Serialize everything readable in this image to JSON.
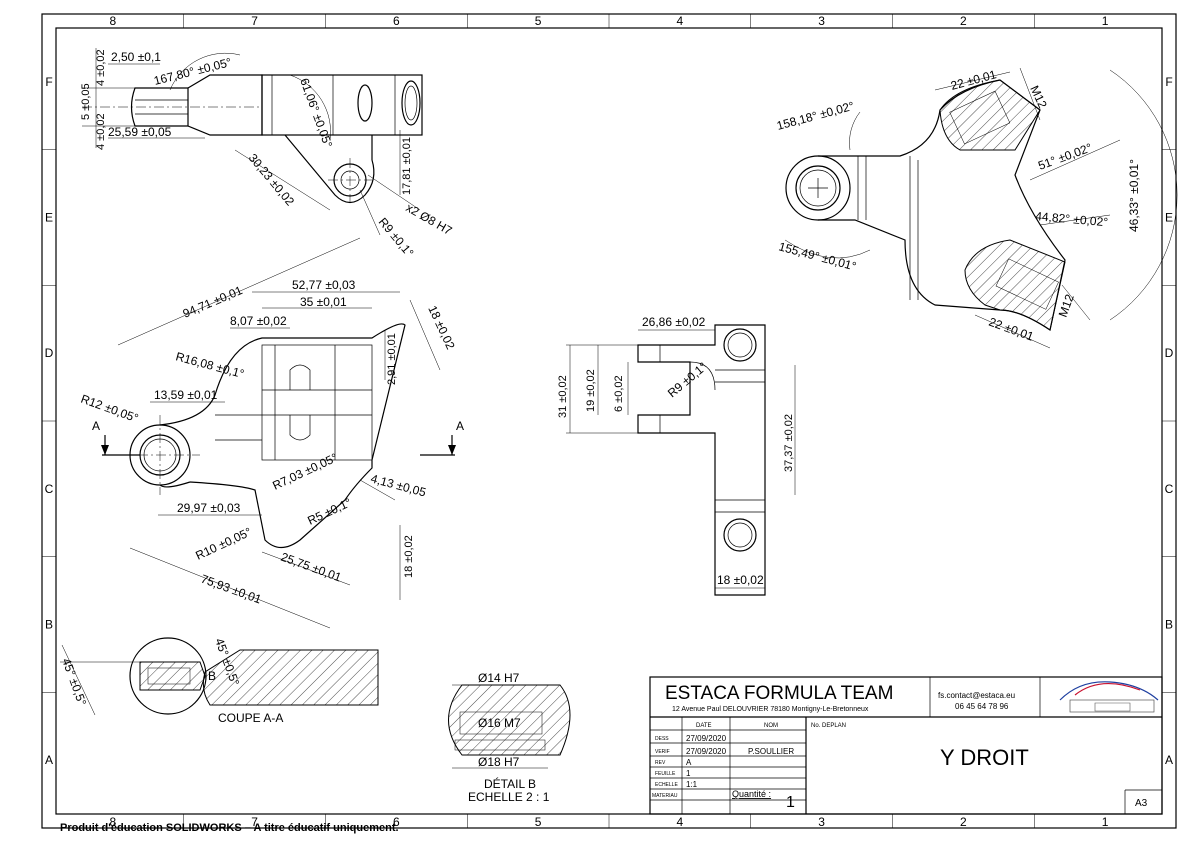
{
  "border": {
    "cols": [
      "8",
      "7",
      "6",
      "5",
      "4",
      "3",
      "2",
      "1"
    ],
    "rows": [
      "F",
      "E",
      "D",
      "C",
      "B",
      "A"
    ]
  },
  "top_view": {
    "dims": [
      "2,50 ±0,1",
      "167,80° ±0,05°",
      "4 ±0,02",
      "5 ±0,05",
      "4 ±0,02",
      "25,59 ±0,05",
      "61,06° ±0,05°",
      "30,23 ±0,02",
      "17,81 ±0,01",
      "x2 Ø8 H7",
      "R9 ±0,1°"
    ]
  },
  "main_view": {
    "dims": [
      "94,71 ±0,01",
      "52,77 ±0,03",
      "35 ±0,01",
      "8,07 ±0,02",
      "18 ±0,02",
      "2,91 ±0,01",
      "R16,08 ±0,1°",
      "R12 ±0,05°",
      "13,59 ±0,01",
      "R7,03 ±0,05°",
      "4,13 ±0,05",
      "29,97 ±0,03",
      "R5 ±0,1°",
      "R10 ±0,05°",
      "25,75 ±0,01",
      "18 ±0,02",
      "75,93 ±0,01"
    ],
    "section_marks": [
      "A",
      "A"
    ]
  },
  "side_view": {
    "dims": [
      "26,86 ±0,02",
      "31 ±0,02",
      "19 ±0,02",
      "6 ±0,02",
      "R9 ±0,1°",
      "37,37 ±0,02",
      "18 ±0,02"
    ]
  },
  "iso_view": {
    "dims": [
      "22 ±0,01",
      "M12",
      "158,18° ±0,02°",
      "51° ±0,02°",
      "46,33° ±0,01°",
      "44,82° ±0,02°",
      "155,49° ±0,01°",
      "22 ±0,01",
      "M12"
    ]
  },
  "section_view": {
    "dims": [
      "45° ±0,5°",
      "45° ±0,5°",
      "B"
    ],
    "caption": "COUPE A-A"
  },
  "detail_view": {
    "dims": [
      "Ø14 H7",
      "Ø16 M7",
      "Ø18 H7"
    ],
    "caption_line1": "DÉTAIL B",
    "caption_line2": "ECHELLE 2 : 1"
  },
  "title_block": {
    "team": "ESTACA FORMULA TEAM",
    "address": "12 Avenue Paul DELOUVRIER 78180 Montigny-Le-Bretonneux",
    "email": "fs.contact@estaca.eu",
    "phone": "06 45 64 78 96",
    "col_date": "DATE",
    "col_nom": "NOM",
    "no_deplan": "No. DEPLAN",
    "rows": [
      {
        "label": "DESS",
        "date": "27/09/2020",
        "nom": ""
      },
      {
        "label": "VERIF",
        "date": "27/09/2020",
        "nom": "P.SOULLIER"
      },
      {
        "label": "REV",
        "date": "A",
        "nom": ""
      },
      {
        "label": "FEUILLE",
        "date": "1",
        "nom": ""
      },
      {
        "label": "ECHELLE",
        "date": "1:1",
        "nom": ""
      },
      {
        "label": "MATERIAU",
        "date": "",
        "nom": ""
      }
    ],
    "quantite_label": "Quantité :",
    "quantite": "1",
    "title": "Y DROIT",
    "format": "A3"
  },
  "footer": "Produit d'éducation SOLIDWORKS – A titre éducatif uniquement."
}
